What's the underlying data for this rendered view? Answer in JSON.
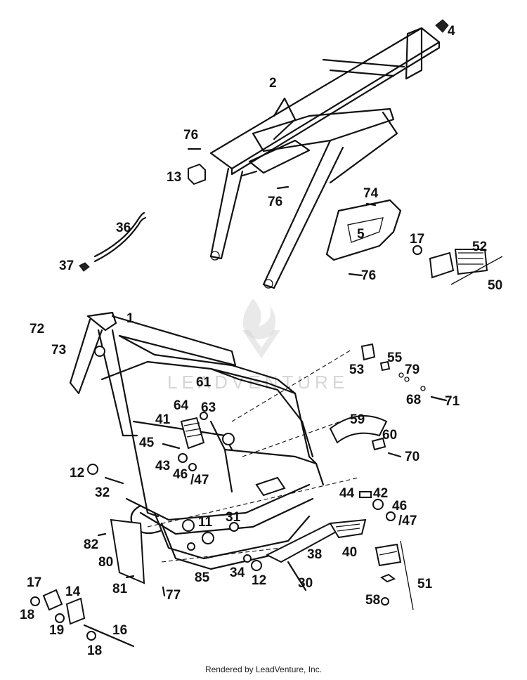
{
  "diagram": {
    "watermark_text": "LEADVENTURE",
    "footer": "Rendered by LeadVenture, Inc.",
    "labels": [
      "4",
      "2",
      "76",
      "13",
      "76",
      "74",
      "36",
      "5",
      "17",
      "52",
      "37",
      "76",
      "50",
      "1",
      "72",
      "73",
      "55",
      "53",
      "79",
      "61",
      "68",
      "71",
      "64",
      "63",
      "41",
      "59",
      "60",
      "45",
      "43",
      "70",
      "12",
      "46",
      "/47",
      "32",
      "44",
      "42",
      "46",
      "/47",
      "11",
      "31",
      "82",
      "38",
      "40",
      "80",
      "85",
      "34",
      "12",
      "17",
      "14",
      "30",
      "51",
      "81",
      "77",
      "18",
      "19",
      "58",
      "16",
      "18"
    ]
  }
}
